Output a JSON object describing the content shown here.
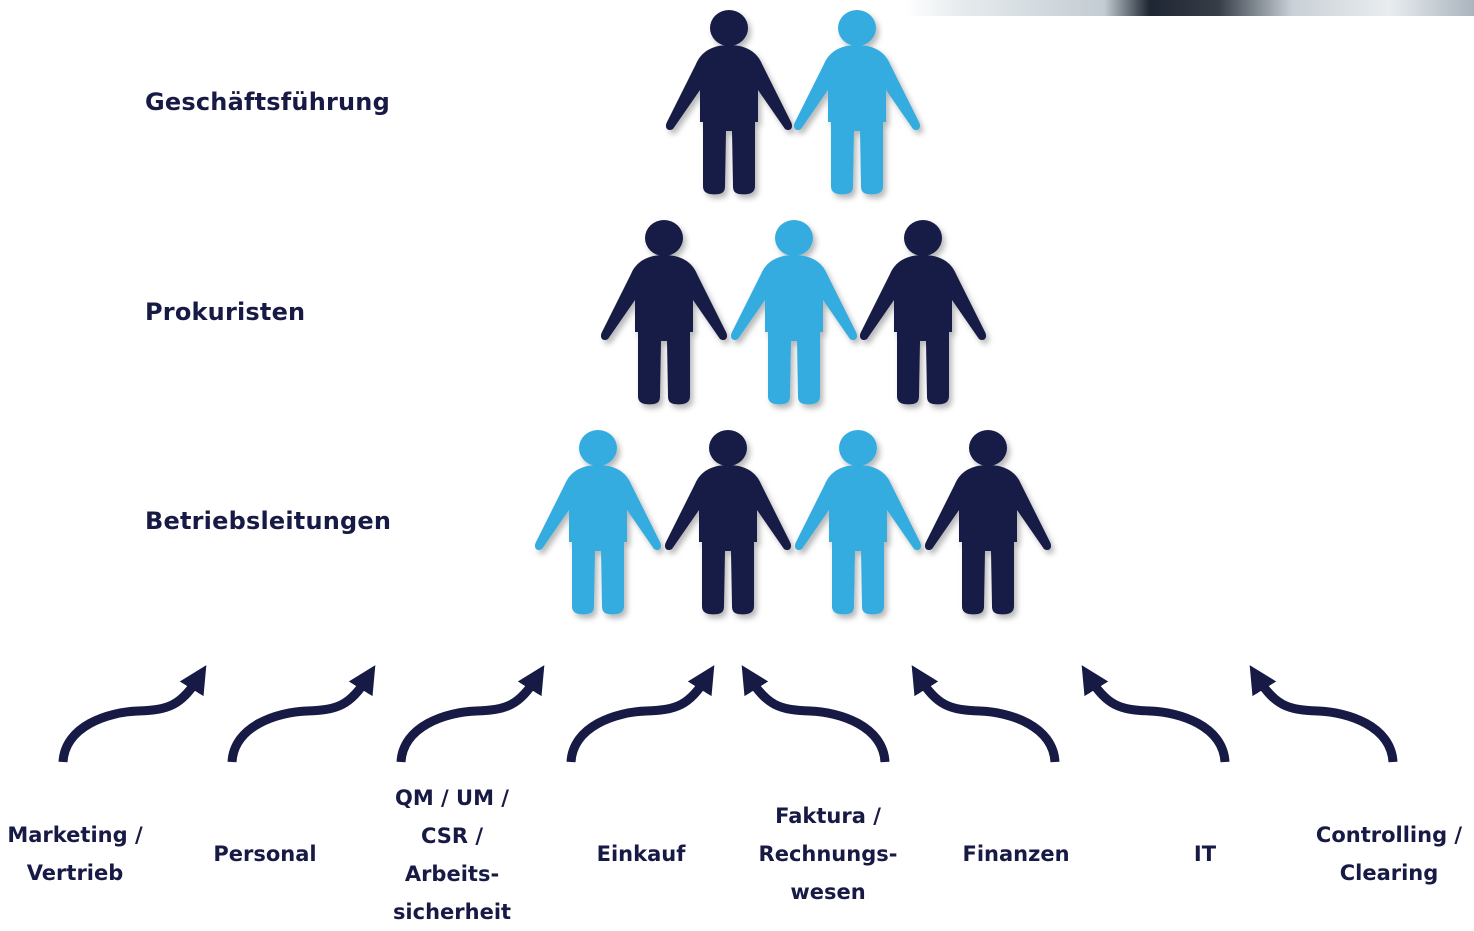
{
  "levels": [
    {
      "label": "Geschäftsführung",
      "figures": [
        "dark",
        "light"
      ]
    },
    {
      "label": "Prokuristen",
      "figures": [
        "dark",
        "light",
        "dark"
      ]
    },
    {
      "label": "Betriebsleitungen",
      "figures": [
        "light",
        "dark",
        "light",
        "dark"
      ]
    }
  ],
  "departments": [
    {
      "label": "Marketing /\nVertrieb",
      "arrow": "right"
    },
    {
      "label": "Personal",
      "arrow": "right"
    },
    {
      "label": "QM / UM /\nCSR /\nArbeits-\nsicherheit",
      "arrow": "right"
    },
    {
      "label": "Einkauf",
      "arrow": "right"
    },
    {
      "label": "Faktura /\nRechnungs-\nwesen",
      "arrow": "left"
    },
    {
      "label": "Finanzen",
      "arrow": "left"
    },
    {
      "label": "IT",
      "arrow": "left"
    },
    {
      "label": "Controlling /\nClearing",
      "arrow": "left"
    }
  ],
  "colors": {
    "dark": "#171a45",
    "light": "#36acdf",
    "text": "#171a45"
  }
}
